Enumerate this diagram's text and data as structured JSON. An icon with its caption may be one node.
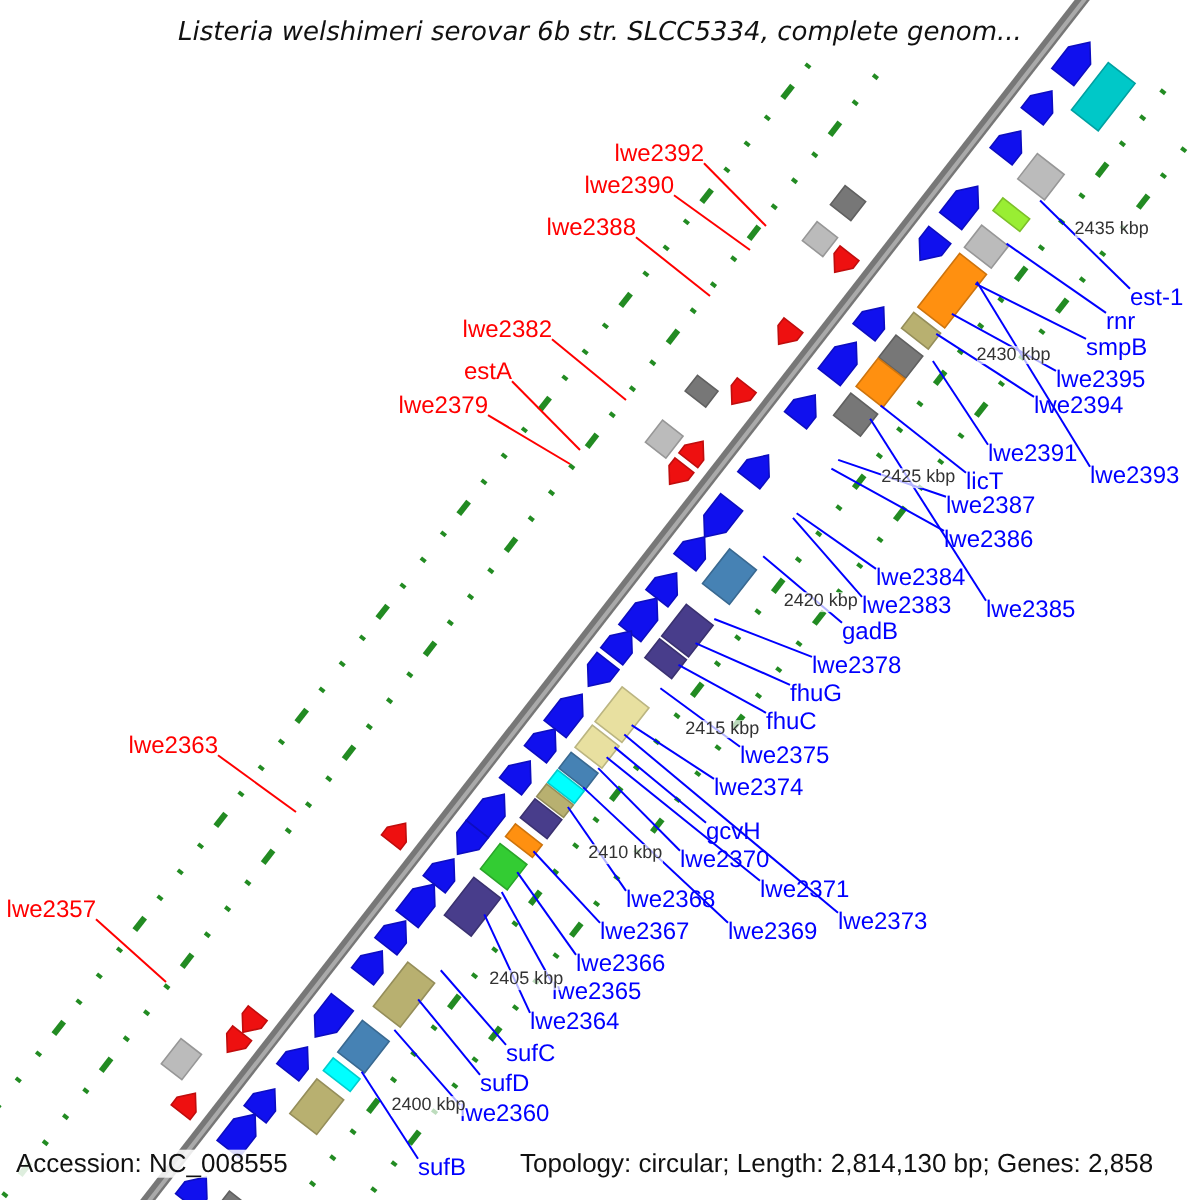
{
  "diagram": {
    "title": "Listeria welshimeri serovar 6b str. SLCC5334, complete genom...",
    "nodes": [
      {
        "text": [
          "lwe2392"
        ]
      },
      {
        "text": [
          "lwe2390"
        ]
      },
      {
        "text": [
          "lwe2388"
        ]
      },
      {
        "text": [
          "lwe2382"
        ]
      },
      {
        "text": [
          "estA"
        ]
      },
      {
        "text": [
          "lwe2379"
        ]
      },
      {
        "text": [
          "lwe2363"
        ]
      },
      {
        "text": [
          "lwe2357"
        ]
      },
      {
        "text": [
          "est-1"
        ]
      },
      {
        "text": [
          "rnr"
        ]
      },
      {
        "text": [
          "smpB"
        ]
      },
      {
        "text": [
          "lwe2395"
        ]
      },
      {
        "text": [
          "lwe2394"
        ]
      },
      {
        "text": [
          "lwe2391"
        ]
      },
      {
        "text": [
          "lwe2393"
        ]
      },
      {
        "text": [
          "licT"
        ]
      },
      {
        "text": [
          "lwe2387"
        ]
      },
      {
        "text": [
          "lwe2386"
        ]
      },
      {
        "text": [
          "lwe2384"
        ]
      },
      {
        "text": [
          "lwe2385"
        ]
      },
      {
        "text": [
          "lwe2383"
        ]
      },
      {
        "text": [
          "gadB"
        ]
      },
      {
        "text": [
          "lwe2378"
        ]
      },
      {
        "text": [
          "fhuG"
        ]
      },
      {
        "text": [
          "fhuC"
        ]
      },
      {
        "text": [
          "lwe2375"
        ]
      },
      {
        "text": [
          "lwe2374"
        ]
      },
      {
        "text": [
          "gcvH"
        ]
      },
      {
        "text": [
          "lwe2370"
        ]
      },
      {
        "text": [
          "lwe2371"
        ]
      },
      {
        "text": [
          "lwe2373"
        ]
      },
      {
        "text": [
          "lwe2369"
        ]
      },
      {
        "text": [
          "lwe2368"
        ]
      },
      {
        "text": [
          "lwe2367"
        ]
      },
      {
        "text": [
          "lwe2366"
        ]
      },
      {
        "text": [
          "lwe2365"
        ]
      },
      {
        "text": [
          "lwe2364"
        ]
      },
      {
        "text": [
          "sufC"
        ]
      },
      {
        "text": [
          "sufD"
        ]
      },
      {
        "text": [
          "lwe2360"
        ]
      },
      {
        "text": [
          "sufB"
        ]
      }
    ],
    "edges": [
      {
        "from": 0,
        "to": null,
        "arrow": "none",
        "color": "#ff0000"
      },
      {
        "from": 1,
        "to": null,
        "arrow": "none",
        "color": "#ff0000"
      },
      {
        "from": 2,
        "to": null,
        "arrow": "none",
        "color": "#ff0000"
      },
      {
        "from": 3,
        "to": null,
        "arrow": "none",
        "color": "#ff0000"
      },
      {
        "from": 4,
        "to": null,
        "arrow": "none",
        "color": "#ff0000"
      },
      {
        "from": 5,
        "to": null,
        "arrow": "none",
        "color": "#ff0000"
      },
      {
        "from": 6,
        "to": null,
        "arrow": "none",
        "color": "#ff0000"
      },
      {
        "from": 7,
        "to": null,
        "arrow": "none",
        "color": "#ff0000"
      },
      {
        "from": 8,
        "to": null,
        "arrow": "none"
      },
      {
        "from": 9,
        "to": null,
        "arrow": "none"
      },
      {
        "from": 10,
        "to": null,
        "arrow": "none"
      },
      {
        "from": 11,
        "to": null,
        "arrow": "none"
      },
      {
        "from": 12,
        "to": null,
        "arrow": "none"
      },
      {
        "from": 13,
        "to": null,
        "arrow": "none"
      },
      {
        "from": 14,
        "to": null,
        "arrow": "none"
      },
      {
        "from": 15,
        "to": null,
        "arrow": "none"
      },
      {
        "from": 16,
        "to": null,
        "arrow": "none"
      },
      {
        "from": 17,
        "to": null,
        "arrow": "none"
      },
      {
        "from": 18,
        "to": null,
        "arrow": "none"
      },
      {
        "from": 19,
        "to": null,
        "arrow": "none"
      },
      {
        "from": 20,
        "to": null,
        "arrow": "none"
      },
      {
        "from": 21,
        "to": null,
        "arrow": "none"
      },
      {
        "from": 22,
        "to": null,
        "arrow": "none"
      },
      {
        "from": 23,
        "to": null,
        "arrow": "none"
      },
      {
        "from": 24,
        "to": null,
        "arrow": "none"
      },
      {
        "from": 25,
        "to": null,
        "arrow": "none"
      },
      {
        "from": 26,
        "to": null,
        "arrow": "none"
      },
      {
        "from": 27,
        "to": null,
        "arrow": "none"
      },
      {
        "from": 28,
        "to": null,
        "arrow": "none"
      },
      {
        "from": 29,
        "to": null,
        "arrow": "none"
      },
      {
        "from": 30,
        "to": null,
        "arrow": "none"
      },
      {
        "from": 31,
        "to": null,
        "arrow": "none"
      },
      {
        "from": 32,
        "to": null,
        "arrow": "none"
      },
      {
        "from": 33,
        "to": null,
        "arrow": "none"
      },
      {
        "from": 34,
        "to": null,
        "arrow": "none"
      },
      {
        "from": 35,
        "to": null,
        "arrow": "none"
      },
      {
        "from": 36,
        "to": null,
        "arrow": "none"
      },
      {
        "from": 37,
        "to": null,
        "arrow": "none"
      },
      {
        "from": 38,
        "to": null,
        "arrow": "none"
      },
      {
        "from": 39,
        "to": null,
        "arrow": "none"
      },
      {
        "from": 40,
        "to": null,
        "arrow": "none"
      }
    ],
    "labels": [
      "2435 kbp",
      "2430 kbp",
      "2425 kbp",
      "2420 kbp",
      "2415 kbp",
      "2410 kbp",
      "2405 kbp",
      "2400 kbp",
      "Accession: NC_008555",
      "Topology: circular; Length: 2,814,130 bp; Genes: 2,858"
    ]
  }
}
